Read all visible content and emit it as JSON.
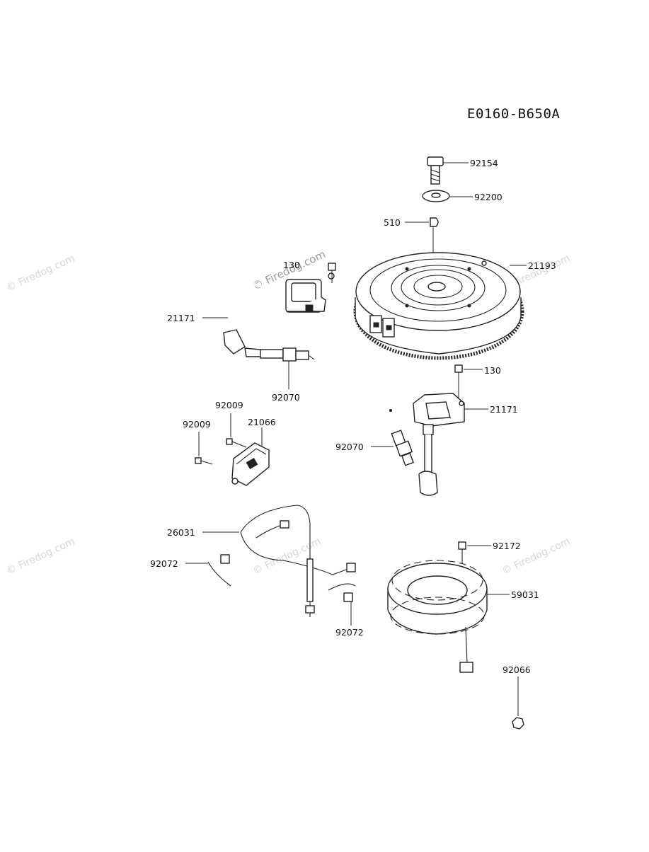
{
  "diagram_code": "E0160-B650A",
  "watermark": "© Firedog.com",
  "callouts": {
    "bolt_top": "92154",
    "washer_top": "92200",
    "key": "510",
    "flywheel": "21193",
    "bolt_coil_left": "130",
    "coil_left": "21171",
    "spark_plug_left": "92070",
    "screw_a": "92009",
    "screw_b": "92009",
    "regulator": "21066",
    "bolt_coil_right": "130",
    "coil_right": "21171",
    "spark_plug_right": "92070",
    "harness": "26031",
    "clamp_left": "92072",
    "clamp_bottom": "92072",
    "bolt_stator": "92172",
    "stator": "59031",
    "nut": "92066"
  }
}
